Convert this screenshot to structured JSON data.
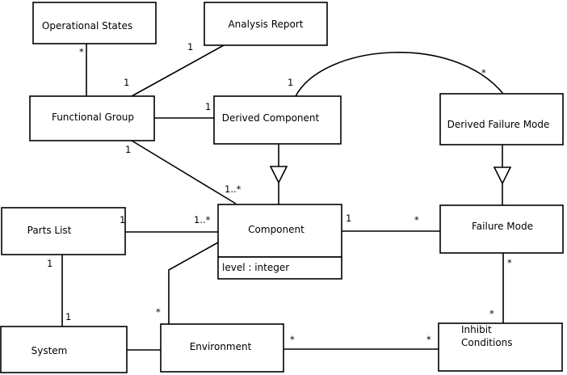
{
  "classes": {
    "operational_states": "Operational States",
    "analysis_report": "Analysis Report",
    "functional_group": "Functional Group",
    "derived_component": "Derived Component",
    "derived_failure_mode": "Derived Failure Mode",
    "parts_list": "Parts List",
    "component": "Component",
    "component_attribute": "level : integer",
    "failure_mode": "Failure Mode",
    "system": "System",
    "environment": "Environment",
    "inhibit_conditions_line1": "Inhibit",
    "inhibit_conditions_line2": "Conditions"
  },
  "multiplicities": {
    "opstates_star": "*",
    "analysis_1": "1",
    "fg_to_analysis_1": "1",
    "fg_to_derived_1": "1",
    "fg_to_component_1": "1",
    "component_from_fg": "1..*",
    "derived_arc_1": "1",
    "derived_arc_star": "*",
    "parts_to_component_1": "1",
    "component_from_parts": "1..*",
    "component_to_fm_1": "1",
    "fm_from_component": "*",
    "parts_to_system_1": "1",
    "system_from_parts": "1",
    "environment_from_component": "*",
    "fm_to_inhibit": "*",
    "inhibit_from_fm": "*",
    "environment_to_inhibit": "*",
    "inhibit_from_environment": "*"
  }
}
